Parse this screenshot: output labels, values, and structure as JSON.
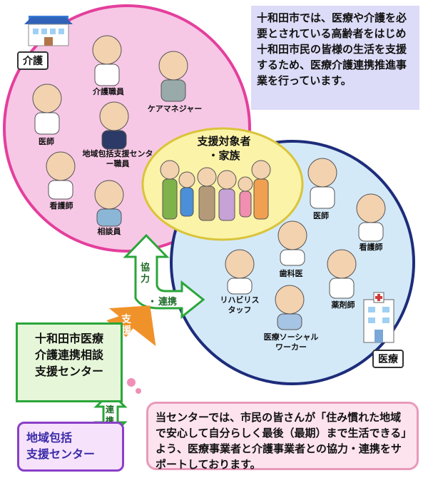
{
  "intro_text": "十和田市では、医療や介護を必要とされている高齢者をはじめ十和田市民の皆様の生活を支援するため、医療介護連携推進事業を行っています。",
  "kaigo": {
    "label": "介護",
    "staff": [
      "介護職員",
      "ケアマネジャー",
      "医師",
      "地域包括支援センター職員",
      "看護師",
      "相談員"
    ]
  },
  "iryo": {
    "label": "医療",
    "staff": [
      "医師",
      "看護師",
      "歯科医",
      "リハビリスタッフ",
      "薬剤師",
      "医療ソーシャルワーカー"
    ]
  },
  "target": {
    "line1": "支援対象者",
    "line2": "・家族"
  },
  "arrows": {
    "kyoryoku": "協力",
    "dot": "・",
    "renkei": "連携",
    "shien": "支援",
    "renkei_vertical": "連携"
  },
  "center": {
    "line1": "十和田市医療",
    "line2": "介護連携相談",
    "line3": "支援センター"
  },
  "chiiki": {
    "line1": "地域包括",
    "line2": "支援センター"
  },
  "bottom_note": "当センターでは、市民の皆さんが「住み慣れた地域で安心して自分らしく最後（最期）まで生活できる」よう、医療事業者と介護事業者との協力・連携をサポートしております。",
  "colors": {
    "kaigo_fill": "#f7c8e6",
    "kaigo_stroke": "#e43f9c",
    "iryo_fill": "#d4e9f8",
    "iryo_stroke": "#1d2c7a",
    "target_fill": "#fbf3a8",
    "target_stroke": "#d9c43a",
    "arrow_green": "#2aa63a",
    "arrow_orange": "#f0922a"
  }
}
